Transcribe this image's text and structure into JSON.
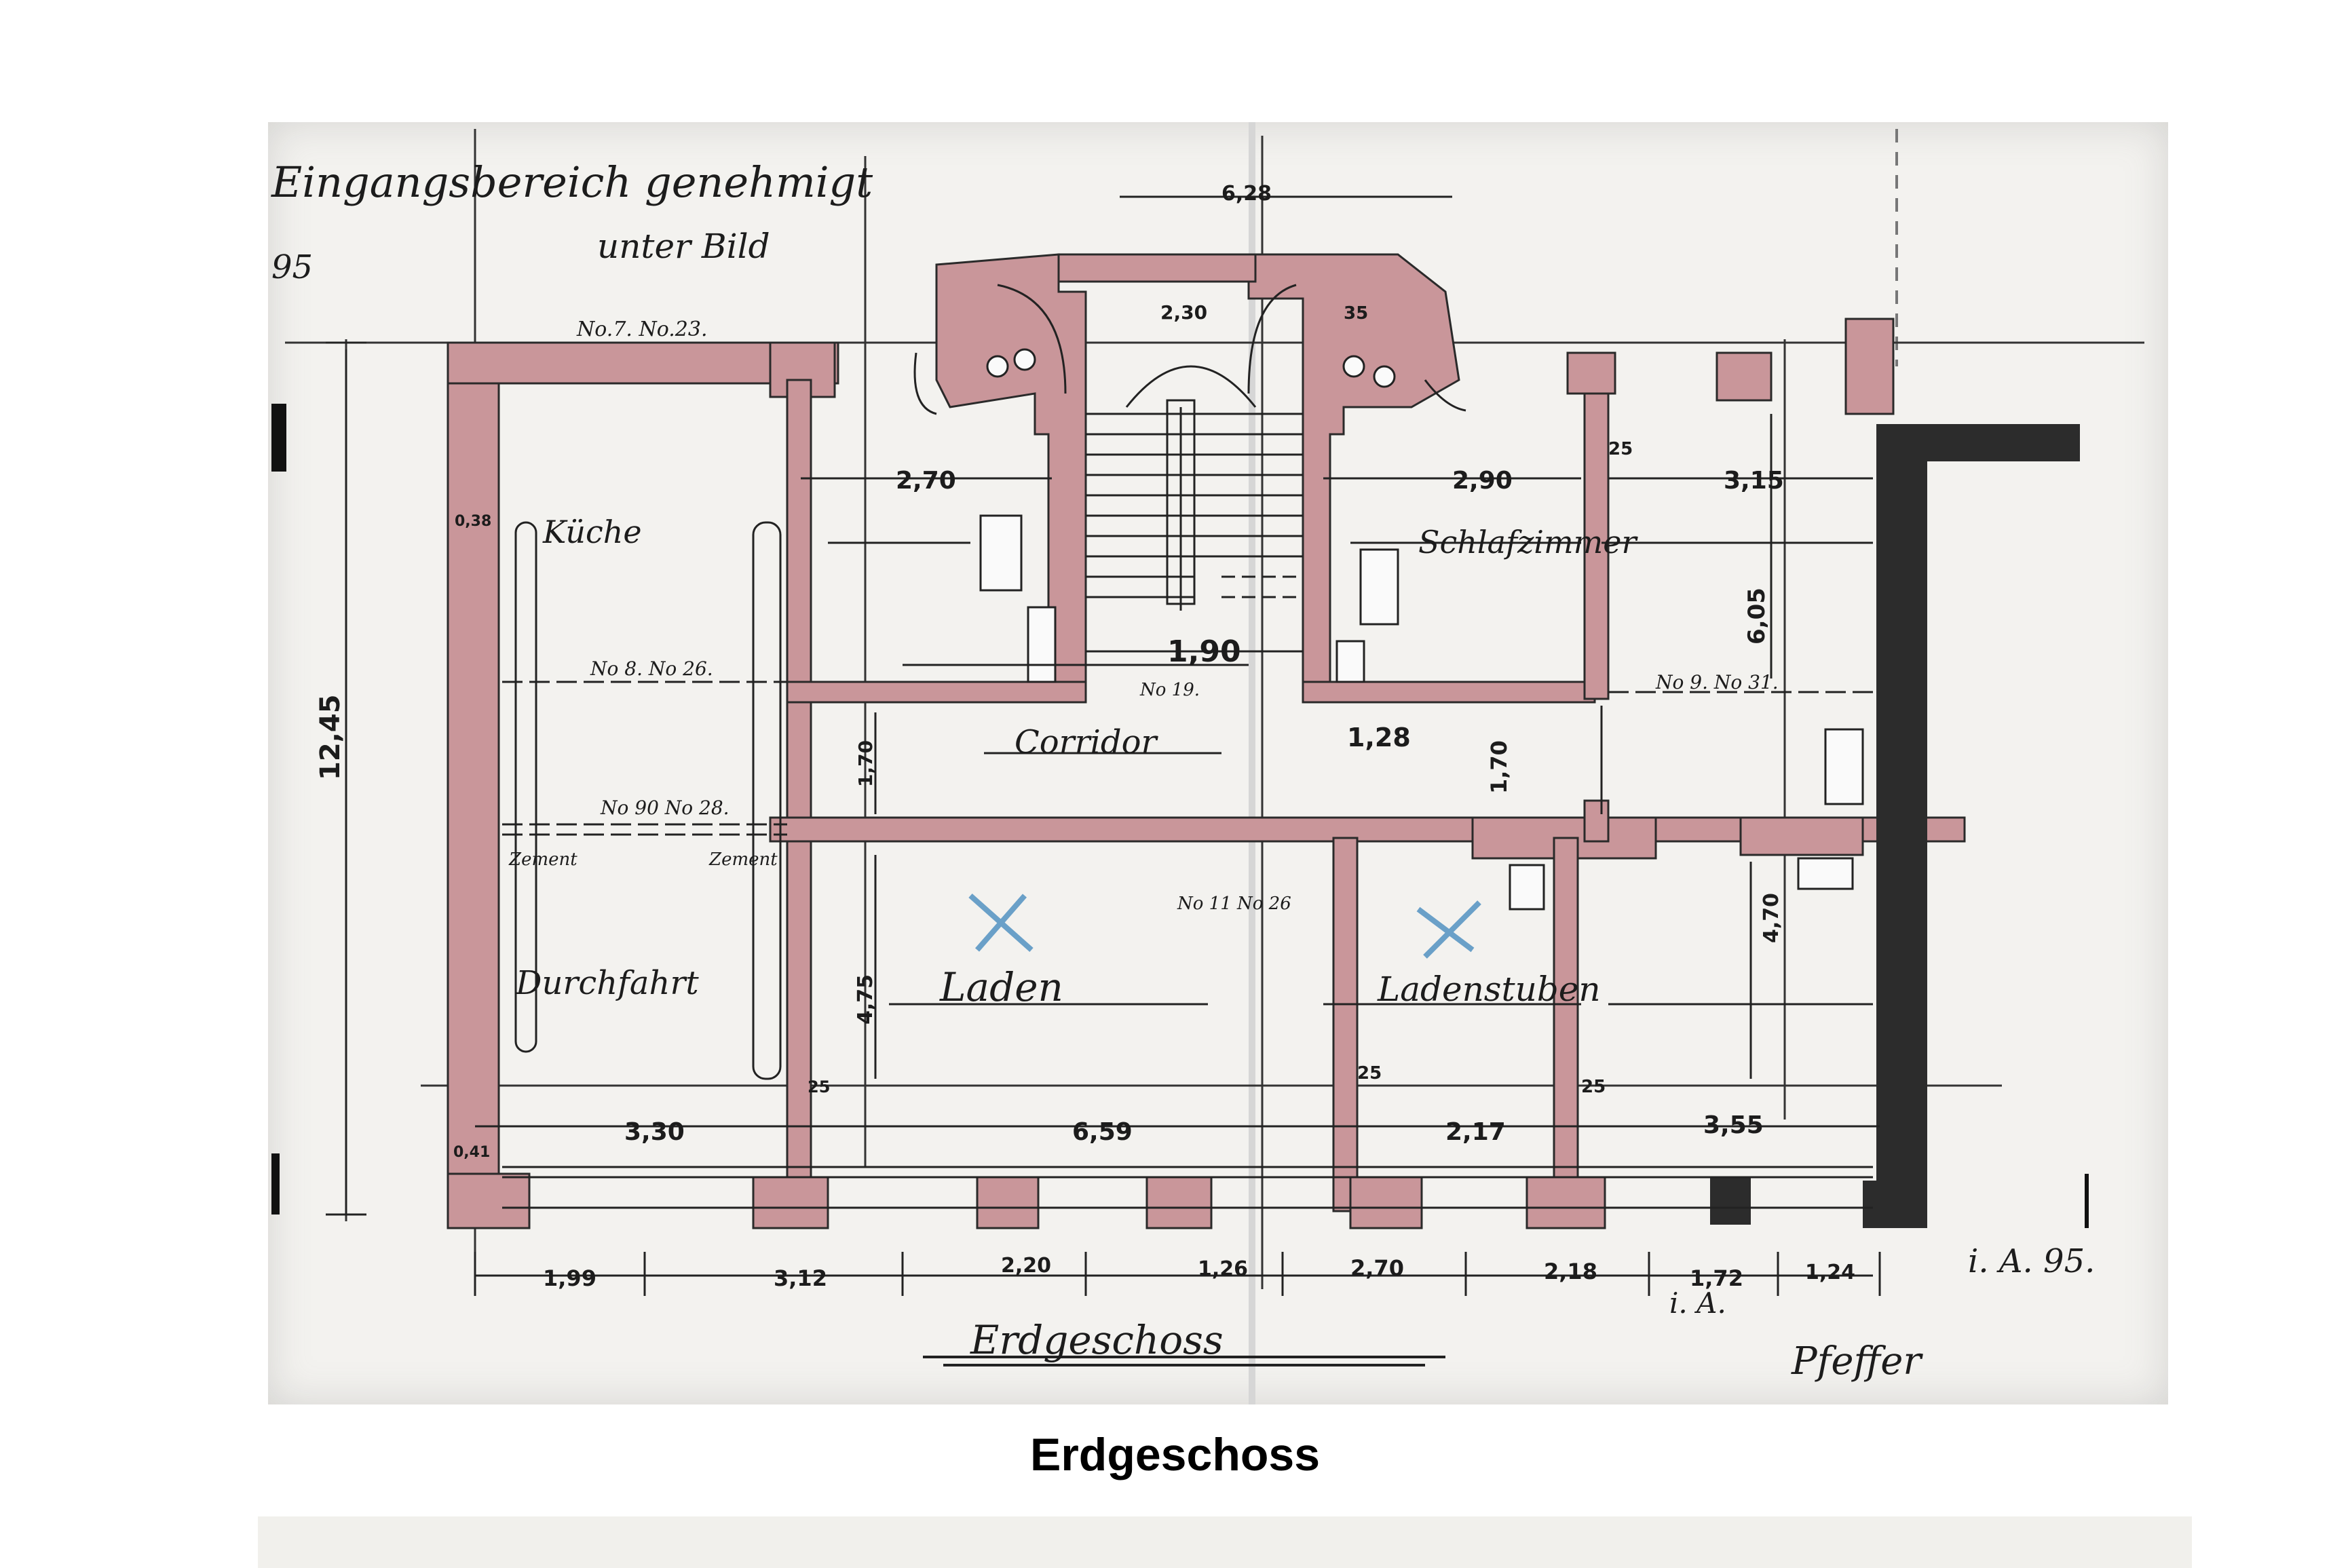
{
  "caption": "Erdgeschoss",
  "plan_title": "Erdgeschoss",
  "colors": {
    "wall": "#c9969a",
    "wall_dark": "#2c2c2c",
    "ink": "#1c1c1c",
    "paper": "#f3f2ef"
  },
  "rooms": {
    "kueche": "Küche",
    "schlafzimmer": "Schlafzimmer",
    "corridor": "Corridor",
    "durchfahrt": "Durchfahrt",
    "laden": "Laden",
    "ladenstuben": "Ladenstuben"
  },
  "dims": {
    "overall_depth": "12,45",
    "top_width": "6,28",
    "stair_landing": "2,30",
    "kueche_w": "2,70",
    "schlaf_w": "2,90",
    "back_w": "3,15",
    "back_h": "6,05",
    "corridor_h": "1,90",
    "corridor_w": "1,28",
    "corridor_v": "1,70",
    "laden_h": "4,75",
    "right_h": "4,70",
    "front_1": "3,30",
    "front_2": "6,59",
    "front_3": "2,17",
    "front_4": "3,55",
    "bottom_1": "1,99",
    "bottom_2": "3,12",
    "bottom_3": "2,20",
    "bottom_4": "1,26",
    "bottom_5": "2,70",
    "bottom_6": "2,18",
    "bottom_7": "1,72",
    "bottom_8": "1,24",
    "wall_25": "25",
    "wall_35": "35",
    "left_w": "0,38",
    "corner": "0,41"
  },
  "beams": {
    "top": "No.7. No.23.",
    "b1": "No 8. No 26.",
    "b2": "No 90 No 28.",
    "b3": "No 9. No 31.",
    "b4": "No 11 No 26",
    "b5": "No 19."
  },
  "notes": {
    "top_left": "Eingangsbereich genehmigt",
    "top_left_2": "unter Bild",
    "top_left_3": "95",
    "zement": "Zement",
    "sign_1": "i. A. 95.",
    "sign_2": "i. A.",
    "sign_3": "Pfeffer"
  }
}
